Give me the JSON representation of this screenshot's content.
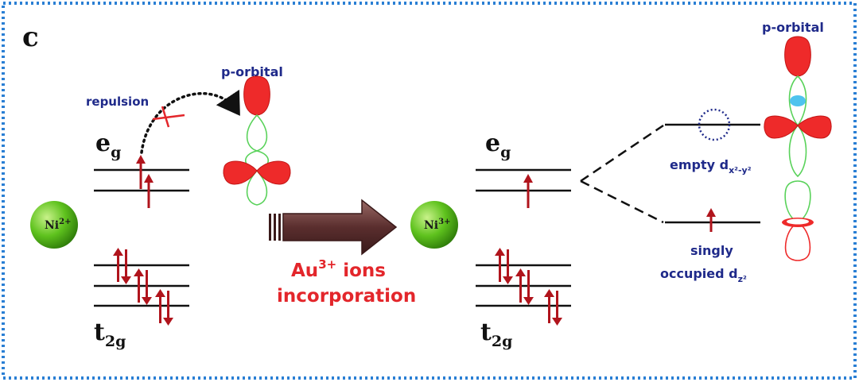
{
  "panel": {
    "label": "c"
  },
  "left": {
    "ion": "Ni",
    "ion_charge": "2+",
    "eg": {
      "main": "e",
      "sub": "g"
    },
    "t2g": {
      "main": "t",
      "sub": "2g"
    },
    "repulsion": "repulsion",
    "p_orbital": "p-orbital"
  },
  "transition": {
    "line1_main": "Au",
    "line1_sup": "3+",
    "line1_rest": " ions",
    "line2": "incorporation"
  },
  "right": {
    "ion": "Ni",
    "ion_charge": "3+",
    "eg": {
      "main": "e",
      "sub": "g"
    },
    "t2g": {
      "main": "t",
      "sub": "2g"
    },
    "p_orbital": "p-orbital",
    "empty_main": "empty  d",
    "empty_sub1": "x²-y²",
    "singly_line1": "singly",
    "singly_line2_main": "occupied d",
    "singly_line2_sub": "z²"
  },
  "colors": {
    "border": "#2a7fd4",
    "arrow_red": "#b0141c",
    "lobe_red": "#ee2a2a",
    "lobe_green": "#59d25a",
    "sphere_green": "#5fc21e",
    "big_arrow": "#5a2e2e",
    "label_blue": "#1f2a8a",
    "label_red": "#e3262b"
  }
}
